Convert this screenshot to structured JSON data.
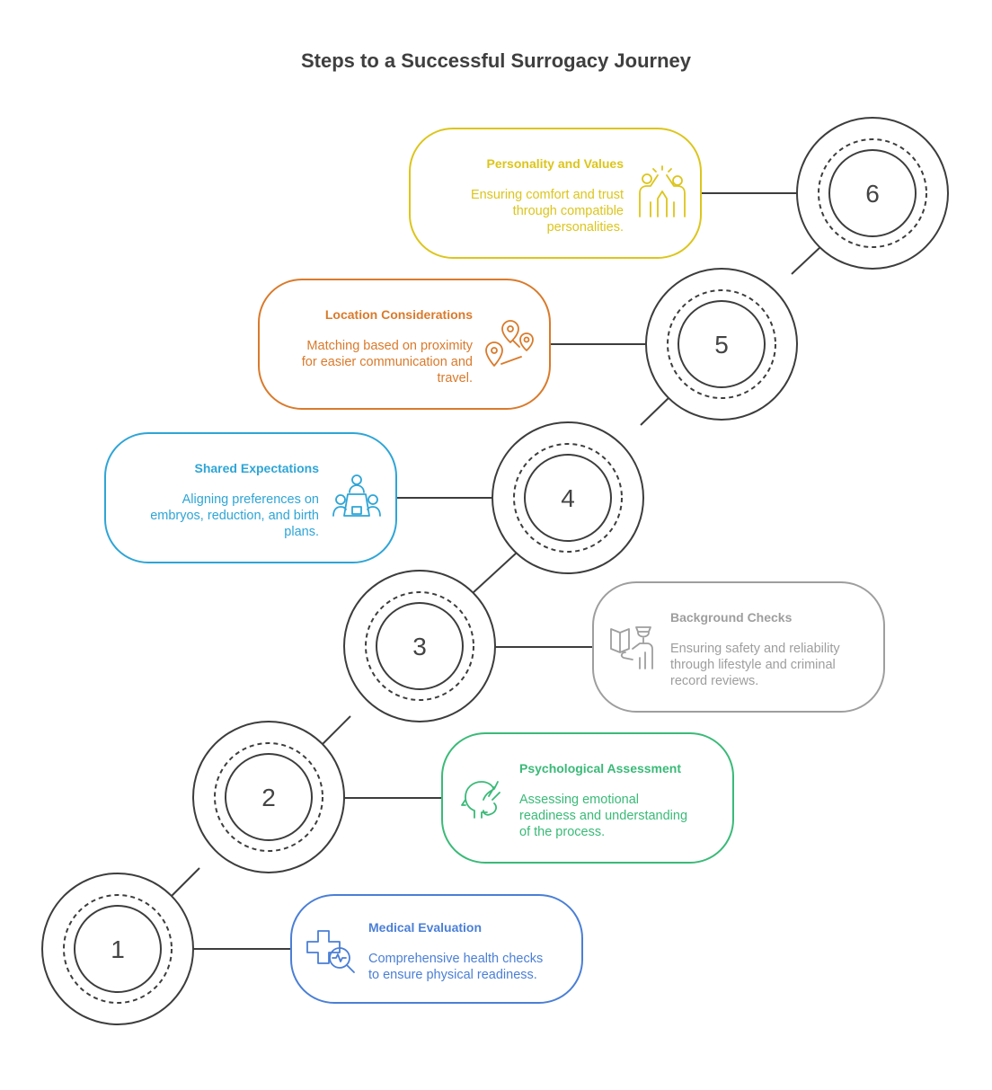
{
  "title": "Steps to a Successful Surrogacy Journey",
  "colors": {
    "ring": "#3d3d3d",
    "medical": "#4a7fd6",
    "psychological": "#3aba78",
    "background": "#9e9e9e",
    "shared": "#2ea5d6",
    "location": "#d97a2b",
    "personality": "#dcc51c"
  },
  "steps": [
    {
      "number": "1",
      "title": "Medical Evaluation",
      "lines": [
        "Comprehensive health checks",
        "to ensure physical readiness."
      ],
      "icon": "medical-cross-monitor-icon"
    },
    {
      "number": "2",
      "title": "Psychological Assessment",
      "lines": [
        "Assessing emotional",
        "readiness and understanding",
        "of the process."
      ],
      "icon": "head-hand-icon"
    },
    {
      "number": "3",
      "title": "Background Checks",
      "lines": [
        "Ensuring safety and reliability",
        "through lifestyle and criminal",
        "record reviews."
      ],
      "icon": "officer-document-icon"
    },
    {
      "number": "4",
      "title": "Shared Expectations",
      "lines": [
        "Aligning preferences on",
        "embryos, reduction, and birth",
        "plans."
      ],
      "icon": "meeting-table-icon"
    },
    {
      "number": "5",
      "title": "Location Considerations",
      "lines": [
        "Matching based on proximity",
        "for easier communication and",
        "travel."
      ],
      "icon": "map-pins-icon"
    },
    {
      "number": "6",
      "title": "Personality and Values",
      "lines": [
        "Ensuring comfort and trust",
        "through compatible",
        "personalities."
      ],
      "icon": "high-five-icon"
    }
  ]
}
